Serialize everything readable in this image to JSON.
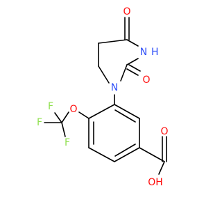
{
  "molecule": {
    "colors": {
      "bond": "#000000",
      "carbon": "#000000",
      "oxygen": "#ff0d0d",
      "nitrogen": "#3050f8",
      "fluorine": "#90e050"
    },
    "atom_labels": [
      {
        "id": "o-ring-top",
        "text": "O",
        "element": "oxygen"
      },
      {
        "id": "nh",
        "text": "N",
        "element": "nitrogen"
      },
      {
        "id": "nh-h",
        "text": "H",
        "element": "nitrogen"
      },
      {
        "id": "o-ring-right",
        "text": "O",
        "element": "oxygen"
      },
      {
        "id": "n-ring",
        "text": "N",
        "element": "nitrogen"
      },
      {
        "id": "f-top",
        "text": "F",
        "element": "fluorine"
      },
      {
        "id": "f-left",
        "text": "F",
        "element": "fluorine"
      },
      {
        "id": "f-bottom",
        "text": "F",
        "element": "fluorine"
      },
      {
        "id": "o-ether",
        "text": "O",
        "element": "oxygen"
      },
      {
        "id": "o-carbonyl",
        "text": "O",
        "element": "oxygen"
      },
      {
        "id": "o-hydroxyl",
        "text": "OH",
        "element": "oxygen"
      }
    ]
  }
}
